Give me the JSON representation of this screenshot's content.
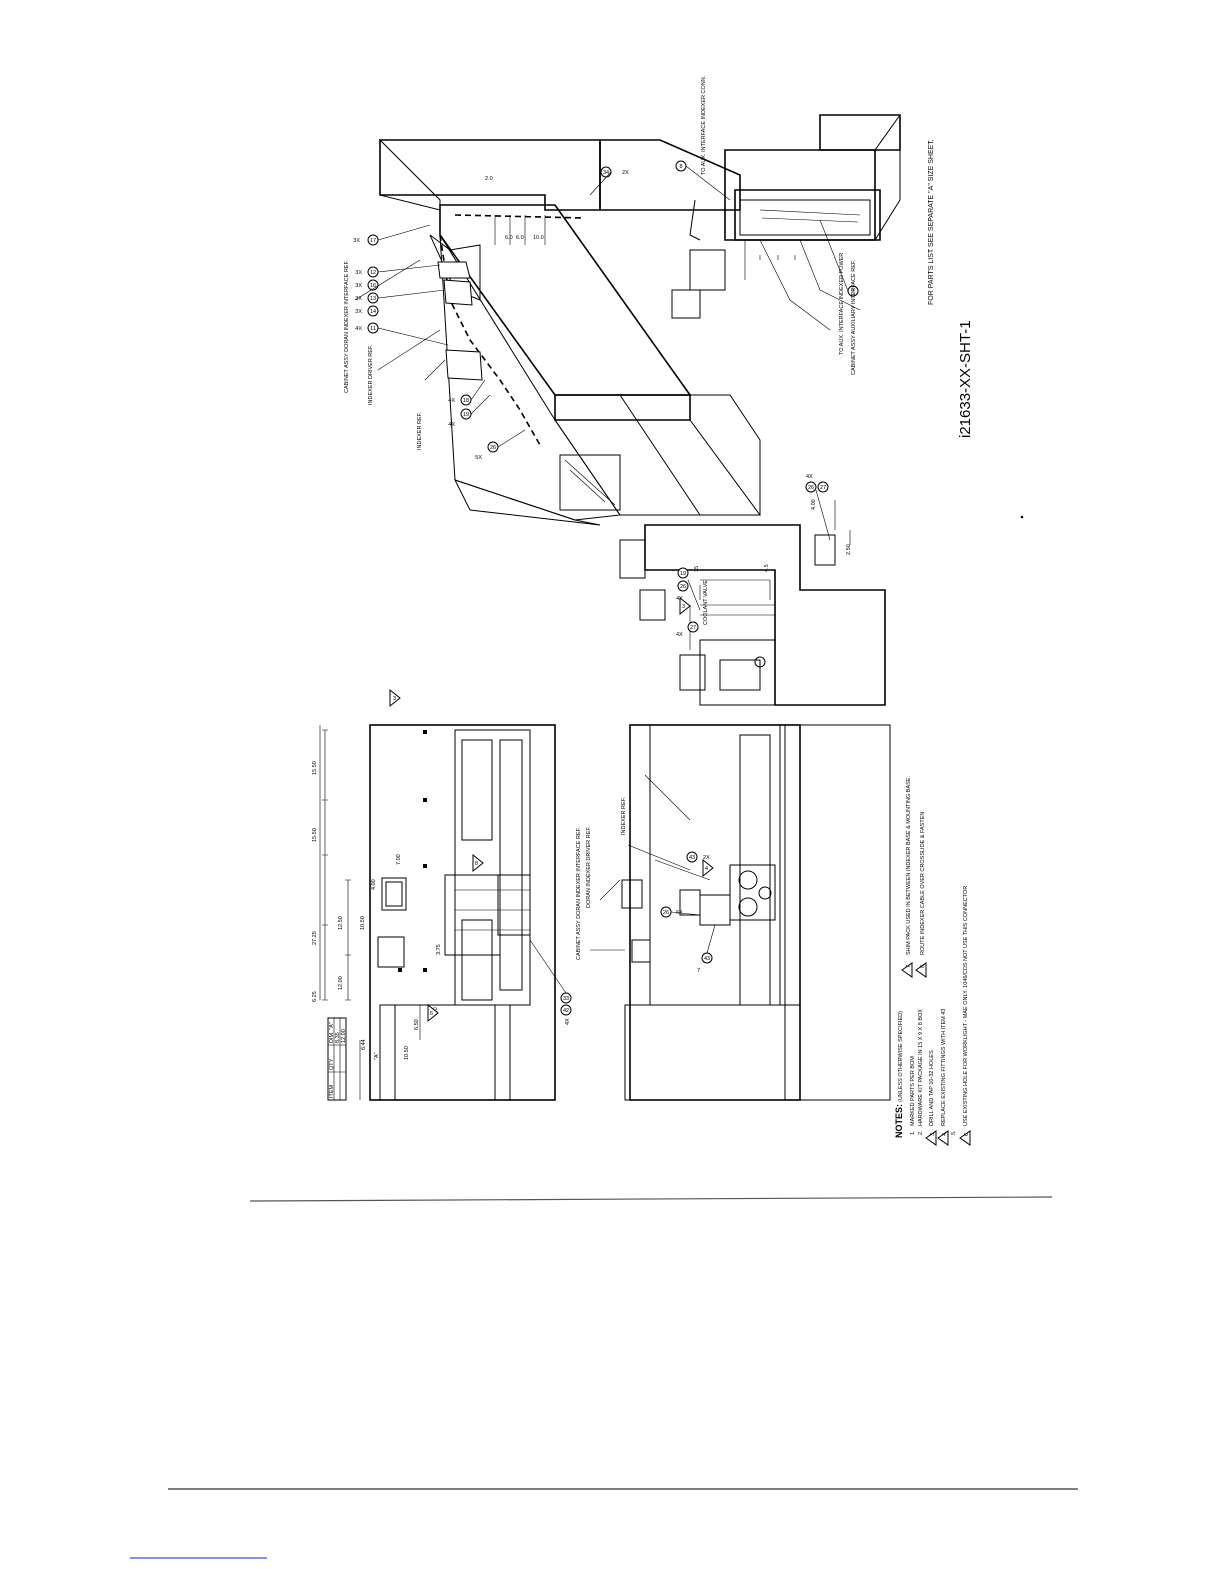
{
  "drawing_number": "i21633-XX-SHT-1",
  "parts_list_note": "FOR PARTS LIST SEE SEPARATE \"A\" SIZE SHEET.",
  "notes": {
    "heading": "NOTES:",
    "qualifier": "(UNLESS OTHERWISE SPECIFIED)",
    "items": [
      {
        "num": "1.",
        "text": "MARKED PARTS PER BOM"
      },
      {
        "num": "2.",
        "text": "HARDWARE KIT PACKAGE IN 15 X 9 X 8 BOX"
      },
      {
        "num": "3",
        "text": "DRILL AND TAP 10-32 HOLES."
      },
      {
        "num": "4",
        "text": "REPLACE EXISTING FITTINGS WITH ITEM 43"
      },
      {
        "num": "5.",
        "text": ""
      },
      {
        "num": "6",
        "text": "USE EXISTING HOLE FOR WORKLIGHT - MAE ONLY. 1046/CDS NOT USE THIS CONNECTOR"
      },
      {
        "num": "7",
        "text": "SHIM PACK USED IN BETWEEN INDEXER BASE & MOUNTING BASE."
      },
      {
        "num": "8",
        "text": "ROUTE INDEXER CABLE OVER CROSSLIDE & FASTEN"
      }
    ]
  },
  "iso_view": {
    "labels": {
      "cabinet_assy": "CABINET ASSY DORAN INDEXER INTERFACE REF.",
      "indexer_driver": "INDEXER DRIVER REF.",
      "indexer_ref": "INDEXER REF.",
      "to_aux_conn": "TO AUX. INTERFACE INDEXER CONN.",
      "to_aux_power": "TO AUX. INTERFACE INDEXER POWER",
      "cabinet_aux": "CABINET ASSY AUXILIARY INTERFACE REF."
    },
    "balloons": [
      {
        "id": "17",
        "qty": "3X"
      },
      {
        "id": "12",
        "qty": "3X"
      },
      {
        "id": "16",
        "qty": "3X"
      },
      {
        "id": "13",
        "qty": "3X"
      },
      {
        "id": "14",
        "qty": "3X"
      },
      {
        "id": "11",
        "qty": "4X"
      },
      {
        "id": "18",
        "qty": "4X"
      },
      {
        "id": "19",
        "qty": "4X"
      },
      {
        "id": "26",
        "qty": "5X"
      },
      {
        "id": "34",
        "qty": "2X"
      },
      {
        "id": "8",
        "qty": ""
      },
      {
        "id": "7",
        "qty": ""
      }
    ],
    "dims": [
      "2.0",
      "6.0",
      "6.0",
      "10.0"
    ]
  },
  "top_view": {
    "dims_top": [
      "6.25",
      "27.25",
      "15.50",
      "15.50"
    ],
    "dims_second": [
      "12.00",
      "12.50",
      "10.50"
    ],
    "dims_right": [
      "7.00",
      "4.00"
    ],
    "dims_left": [
      "6.44",
      "\"A\"",
      "10.50",
      "6.50"
    ],
    "misc": [
      "3.75",
      "6.0",
      "6",
      "3",
      "8"
    ],
    "balloon": {
      "id": "42",
      "qty": "4X",
      "extra": "33"
    },
    "table_header": [
      "ITEM",
      "QTY",
      "DIM. \"A\""
    ],
    "table_rows": [
      [
        "",
        "",
        "8.35"
      ],
      [
        "",
        "",
        "12.00"
      ]
    ]
  },
  "front_view": {
    "labels": {
      "doran_driver": "DORAN INDEXER DRIVER REF.",
      "indexer_ref": "INDEXER REF.",
      "cabinet_assy": "CABINET ASSY DORAN INDEXER INTERFACE REF."
    },
    "balloons": [
      {
        "id": "43",
        "qty": "2X"
      },
      {
        "id": "26",
        "qty": "6X"
      },
      {
        "id": "43",
        "qty": "7"
      }
    ],
    "flags": [
      "4"
    ]
  },
  "side_view": {
    "coolant": "COOLANT VALVE",
    "balloons": [
      {
        "id": "19",
        "qty": ""
      },
      {
        "id": "26",
        "qty": "4X"
      },
      {
        "id": "27",
        "qty": "4X"
      },
      {
        "id": "26",
        "qty": "4X"
      },
      {
        "id": "27",
        "qty": ""
      }
    ],
    "dims": [
      "15",
      "4.5",
      "2.50",
      "4.00"
    ],
    "flags": [
      "3"
    ]
  }
}
